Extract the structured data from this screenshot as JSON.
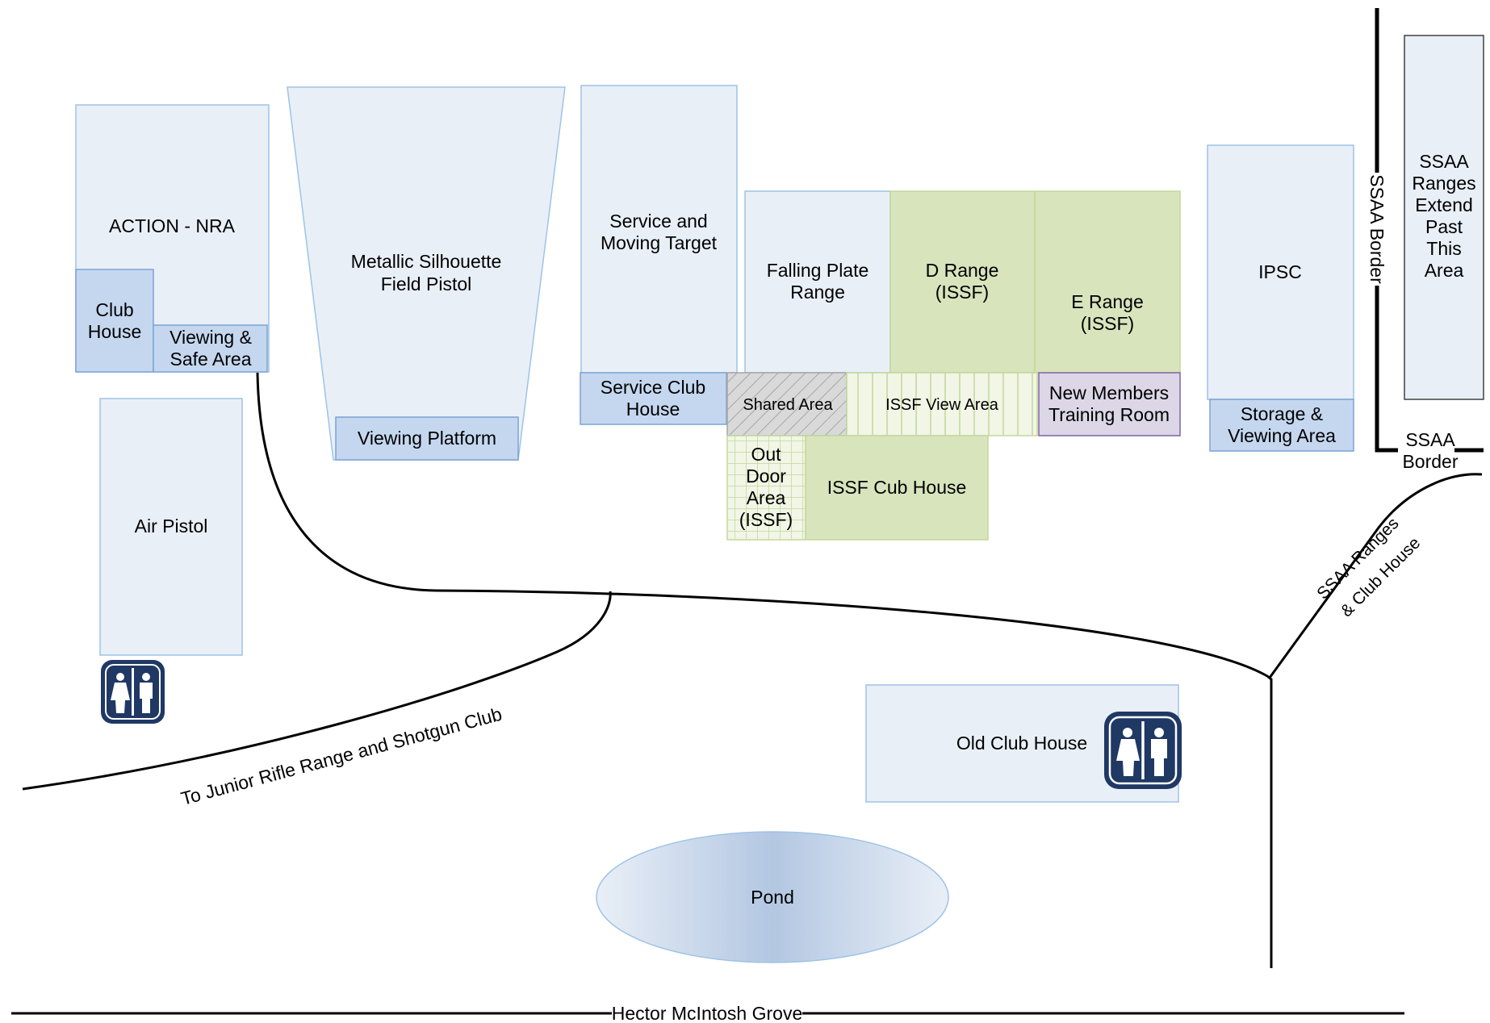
{
  "zones": {
    "action_nra": "ACTION - NRA",
    "club_house_1": "Club",
    "club_house_2": "House",
    "viewing_safe_1": "Viewing &",
    "viewing_safe_2": "Safe Area",
    "metallic_1": "Metallic Silhouette",
    "metallic_2": "Field Pistol",
    "viewing_platform": "Viewing Platform",
    "service_moving_1": "Service and",
    "service_moving_2": "Moving Target",
    "service_club_1": "Service Club",
    "service_club_2": "House",
    "falling_plate_1": "Falling Plate",
    "falling_plate_2": "Range",
    "d_range_1": "D Range",
    "d_range_2": "(ISSF)",
    "e_range_1": "E Range",
    "e_range_2": "(ISSF)",
    "shared_area": "Shared Area",
    "issf_view_area": "ISSF View Area",
    "new_members_1": "New Members",
    "new_members_2": "Training Room",
    "outdoor_1": "Out",
    "outdoor_2": "Door",
    "outdoor_3": "Area",
    "outdoor_4": "(ISSF)",
    "issf_club_house": "ISSF Cub House",
    "ipsc": "IPSC",
    "storage_1": "Storage &",
    "storage_2": "Viewing Area",
    "ssaa_extend_1": "SSAA",
    "ssaa_extend_2": "Ranges",
    "ssaa_extend_3": "Extend",
    "ssaa_extend_4": "Past",
    "ssaa_extend_5": "This",
    "ssaa_extend_6": "Area",
    "air_pistol": "Air Pistol",
    "old_club_house": "Old Club House",
    "pond": "Pond"
  },
  "labels": {
    "ssaa_border_vertical": "SSAA Border",
    "ssaa_border_1": "SSAA",
    "ssaa_border_2": "Border",
    "ssaa_ranges_1": "SSAA Ranges",
    "ssaa_ranges_2": "& Club House",
    "junior_road": "To Junior Rifle Range and Shotgun Club",
    "street": "Hector McIntosh Grove"
  },
  "icons": {
    "toilets": "restroom-icon"
  },
  "colors": {
    "range_fill": "#e9eff7",
    "range_stroke": "#9dc3e6",
    "viewing_fill": "#c5d7ef",
    "viewing_stroke": "#7aa3d6",
    "issf_fill": "#d8e4bc",
    "issf_stroke": "#c4d79b",
    "training_fill": "#dcd6e6",
    "icon_fill": "#1f3864"
  }
}
